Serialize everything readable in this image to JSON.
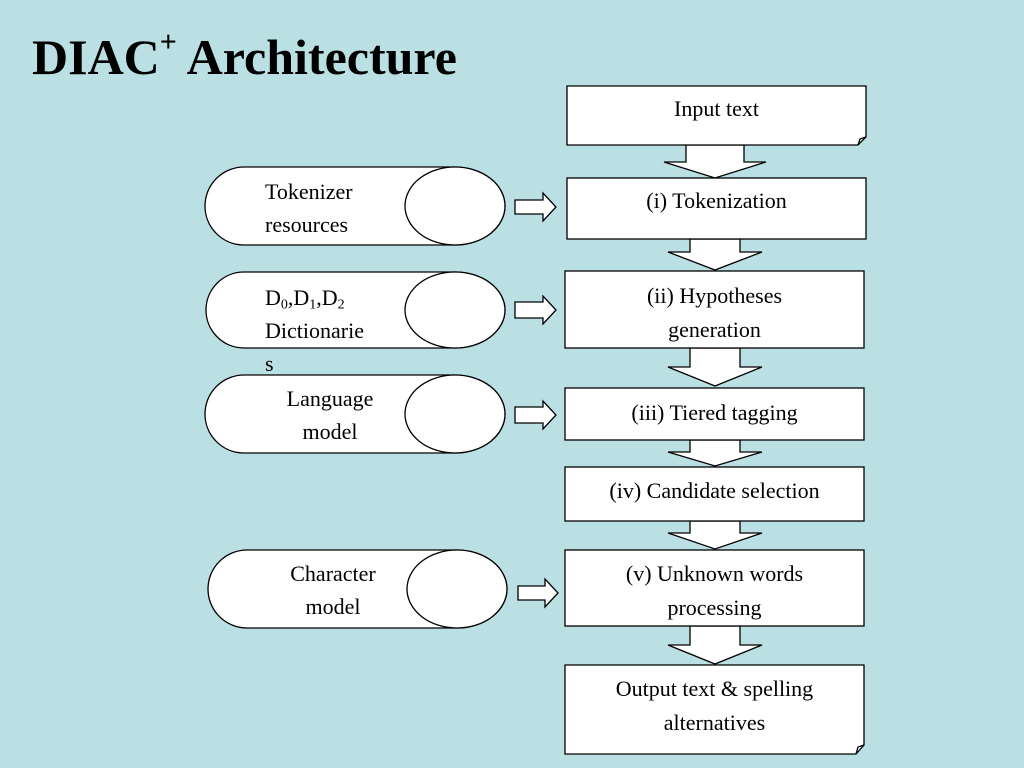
{
  "title": {
    "main": "DIAC",
    "sup": "+",
    "rest": " Architecture"
  },
  "pipeline": {
    "input": "Input text",
    "step1": "(i) Tokenization",
    "step2_line1": "(ii) Hypotheses",
    "step2_line2": "generation",
    "step3": "(iii) Tiered tagging",
    "step4": "(iv) Candidate selection",
    "step5_line1": "(v) Unknown words",
    "step5_line2": "processing",
    "output_line1": "Output text & spelling",
    "output_line2": "alternatives"
  },
  "resources": {
    "tokenizer_line1": "Tokenizer",
    "tokenizer_line2": "resources",
    "dict_d": "D",
    "dict_sub0": "0",
    "dict_sub1": "1",
    "dict_sub2": "2",
    "dict_sep": ",",
    "dict_line2": "Dictionarie",
    "dict_line3": "s",
    "lm_line1": "Language",
    "lm_line2": "model",
    "cm_line1": "Character",
    "cm_line2": "model"
  },
  "colors": {
    "background": "#bbe0e3",
    "shape_fill": "#ffffff",
    "stroke": "#000000"
  }
}
